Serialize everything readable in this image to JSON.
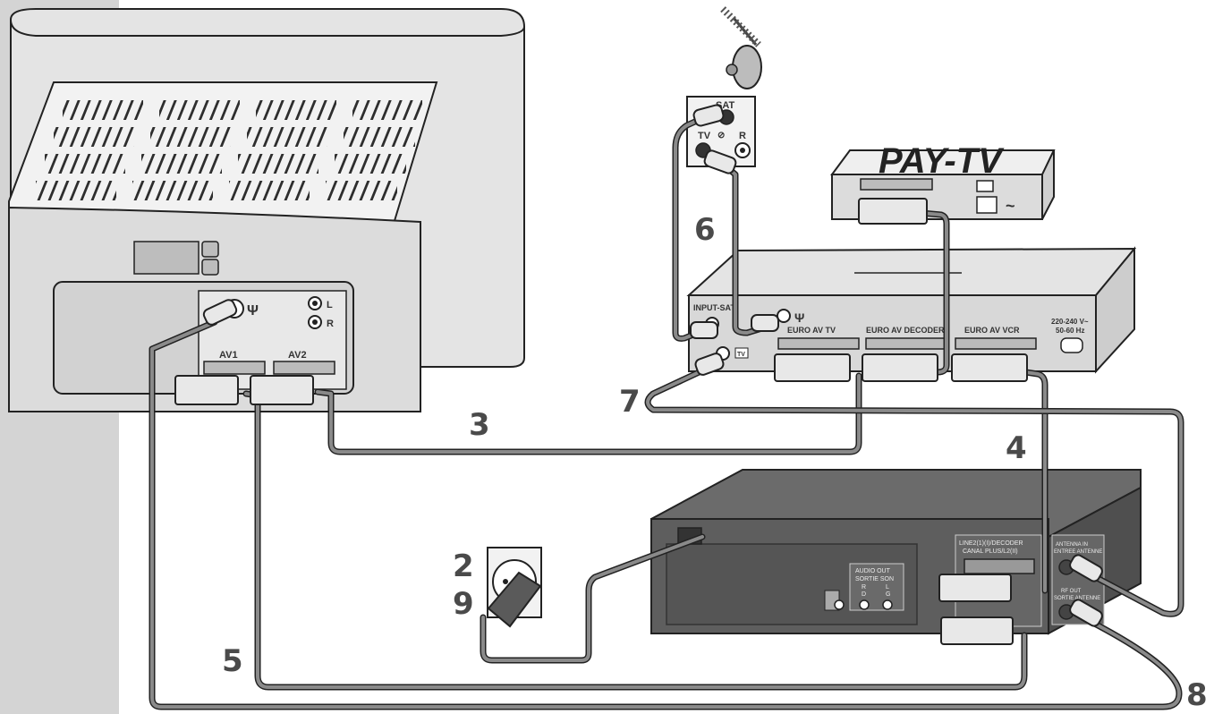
{
  "callouts": {
    "n2": "2",
    "n3": "3",
    "n4": "4",
    "n5": "5",
    "n6": "6",
    "n7": "7",
    "n8": "8",
    "n9": "9"
  },
  "tv": {
    "antenna_symbol": "Ψ",
    "audio_l": "L",
    "audio_r": "R",
    "av1": "AV1",
    "av2": "AV2"
  },
  "wall_socket": {
    "sat": "SAT",
    "tv": "TV",
    "r": "R",
    "symbol": "⊘"
  },
  "pay_tv": {
    "label": "PAY-TV",
    "tilde": "~"
  },
  "receiver": {
    "input_sat": "INPUT-SAT",
    "antenna_symbol": "Ψ",
    "tv_out": "TV",
    "euro_av_tv": "EURO AV TV",
    "euro_av_decoder": "EURO AV DECODER",
    "euro_av_vcr": "EURO AV VCR",
    "power_line1": "220-240 V~",
    "power_line2": "50-60 Hz"
  },
  "vcr": {
    "line2_1": "LINE2(1)(I)/DECODER",
    "line2_2": "CANAL PLUS/L2(II)",
    "audio_out": "AUDIO OUT",
    "sortie_son": "SORTIE SON",
    "r": "R",
    "d": "D",
    "l": "L",
    "g": "G",
    "antenna_in": "ANTENNA IN",
    "entree_antenne": "ENTREE ANTENNE",
    "rf_out": "RF OUT",
    "sortie_antenne": "SORTIE ANTENNE"
  },
  "colors": {
    "device_light": "#e2e2e2",
    "device_mid": "#cfcfcf",
    "vcr_dark": "#5e5e5e",
    "cable": "#7a7a7a",
    "sidebar": "#d4d4d4"
  }
}
